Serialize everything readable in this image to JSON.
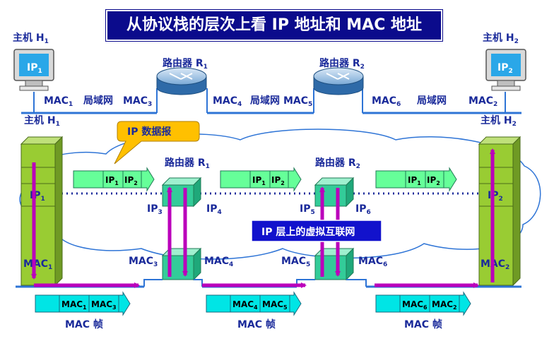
{
  "title": "从协议栈的层次上看 IP 地址和 MAC 地址",
  "hosts": {
    "h1": "主机 H",
    "h1_sub": "1",
    "h2": "主机 H",
    "h2_sub": "2"
  },
  "routers": {
    "r1": "路由器 R",
    "r1_sub": "1",
    "r2": "路由器 R",
    "r2_sub": "2"
  },
  "lan_label": "局域网",
  "ip": {
    "ip1": "IP",
    "ip1_sub": "1",
    "ip2": "IP",
    "ip2_sub": "2",
    "ip3": "IP",
    "ip3_sub": "3",
    "ip4": "IP",
    "ip4_sub": "4",
    "ip5": "IP",
    "ip5_sub": "5",
    "ip6": "IP",
    "ip6_sub": "6"
  },
  "mac": {
    "prefix": "MAC",
    "m1": "1",
    "m2": "2",
    "m3": "3",
    "m4": "4",
    "m5": "5",
    "m6": "6"
  },
  "callout": "IP 数据报",
  "virtual_net": "IP 层上的虚拟互联网",
  "frame_label": "MAC 帧",
  "colors": {
    "title_bg": "#0b0b8c",
    "label": "#1a2a9a",
    "lan_line": "#2e74d6",
    "router": "#2e86c1",
    "stack": "#99cc33",
    "router_stack": "#33cc99",
    "arrow": "#bb00bb",
    "packet": "#66ff99",
    "frame": "#00e5e5",
    "callout": "#ffc000",
    "badge": "#1212cc"
  }
}
